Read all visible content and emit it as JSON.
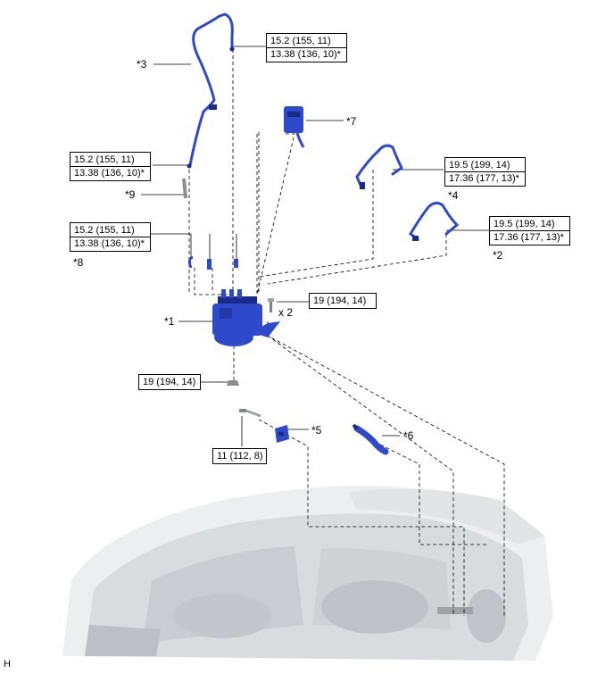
{
  "colors": {
    "part": "#2e49c9",
    "part_dark": "#1a2a8a",
    "engine": "#d4d6d9",
    "line": "#000000"
  },
  "torque": {
    "t3": [
      "15.2 (155, 11)",
      "13.38 (136, 10)*"
    ],
    "t9": [
      "15.2 (155, 11)",
      "13.38 (136, 10)*"
    ],
    "t8": [
      "15.2 (155, 11)",
      "13.38 (136, 10)*"
    ],
    "t4": [
      "19.5 (199, 14)",
      "17.36 (177, 13)*"
    ],
    "t2": [
      "19.5 (199, 14)",
      "17.36 (177, 13)*"
    ],
    "t1": "19 (194, 14)",
    "t_nut": "19 (194, 14)",
    "t5": "11 (112, 8)"
  },
  "callouts": {
    "c1": "*1",
    "c2": "*2",
    "c3": "*3",
    "c4": "*4",
    "c5": "*5",
    "c6": "*6",
    "c7": "*7",
    "c8": "*8",
    "c9": "*9"
  },
  "qty": "x 2",
  "corner_letter": "H"
}
